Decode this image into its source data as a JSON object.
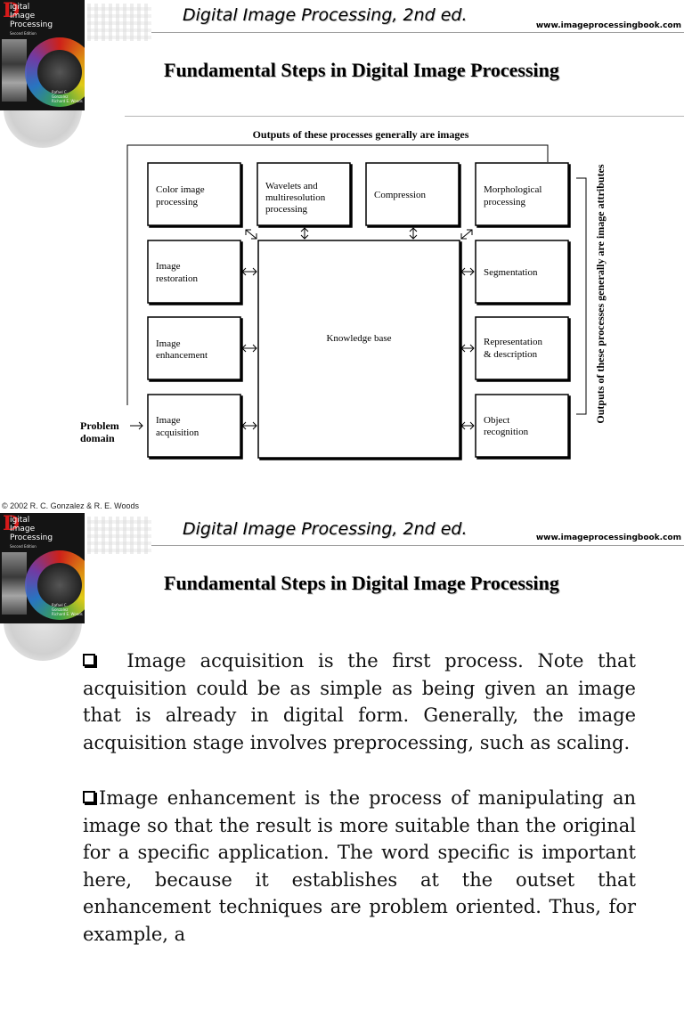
{
  "header": {
    "title": "Digital Image Processing, 2nd ed.",
    "url": "www.imageprocessingbook.com"
  },
  "book_cover": {
    "logo_d": "D",
    "line1": "igital",
    "line2": "Image",
    "line3": "Processing",
    "edition": "Second Edition",
    "authors1": "Rafael C. Gonzalez",
    "authors2": "Richard E. Woods"
  },
  "slide1": {
    "title": "Fundamental Steps in Digital Image Processing",
    "diagram": {
      "top_caption": "Outputs of these processes generally are images",
      "right_caption": "Outputs of these processes generally are image attributes",
      "knowledge_base": "Knowledge base",
      "problem_domain": [
        "Problem",
        "domain"
      ],
      "left_boxes": [
        [
          "Color image",
          "processing"
        ],
        [
          "Image",
          "restoration"
        ],
        [
          "Image",
          "enhancement"
        ],
        [
          "Image",
          "acquisition"
        ]
      ],
      "top_boxes": [
        [
          "Wavelets and",
          "multiresolution",
          "processing"
        ],
        [
          "Compression"
        ]
      ],
      "right_boxes": [
        [
          "Morphological",
          "processing"
        ],
        [
          "Segmentation"
        ],
        [
          "Representation",
          "& description"
        ],
        [
          "Object",
          "recognition"
        ]
      ]
    },
    "copyright": "© 2002 R. C. Gonzalez & R. E. Woods"
  },
  "slide2": {
    "title": "Fundamental Steps in Digital Image Processing",
    "paragraphs": [
      "Image acquisition is the first process. Note that acquisition could be as simple as being given an image that is already in digital form. Generally, the image acquisition stage involves preprocessing, such as scaling.",
      "Image enhancement is the process of manipulating an image so that the result is more suitable than the original for a specific application. The word specific is important here, because it establishes at the outset that enhancement techniques are problem oriented. Thus, for example, a"
    ]
  }
}
